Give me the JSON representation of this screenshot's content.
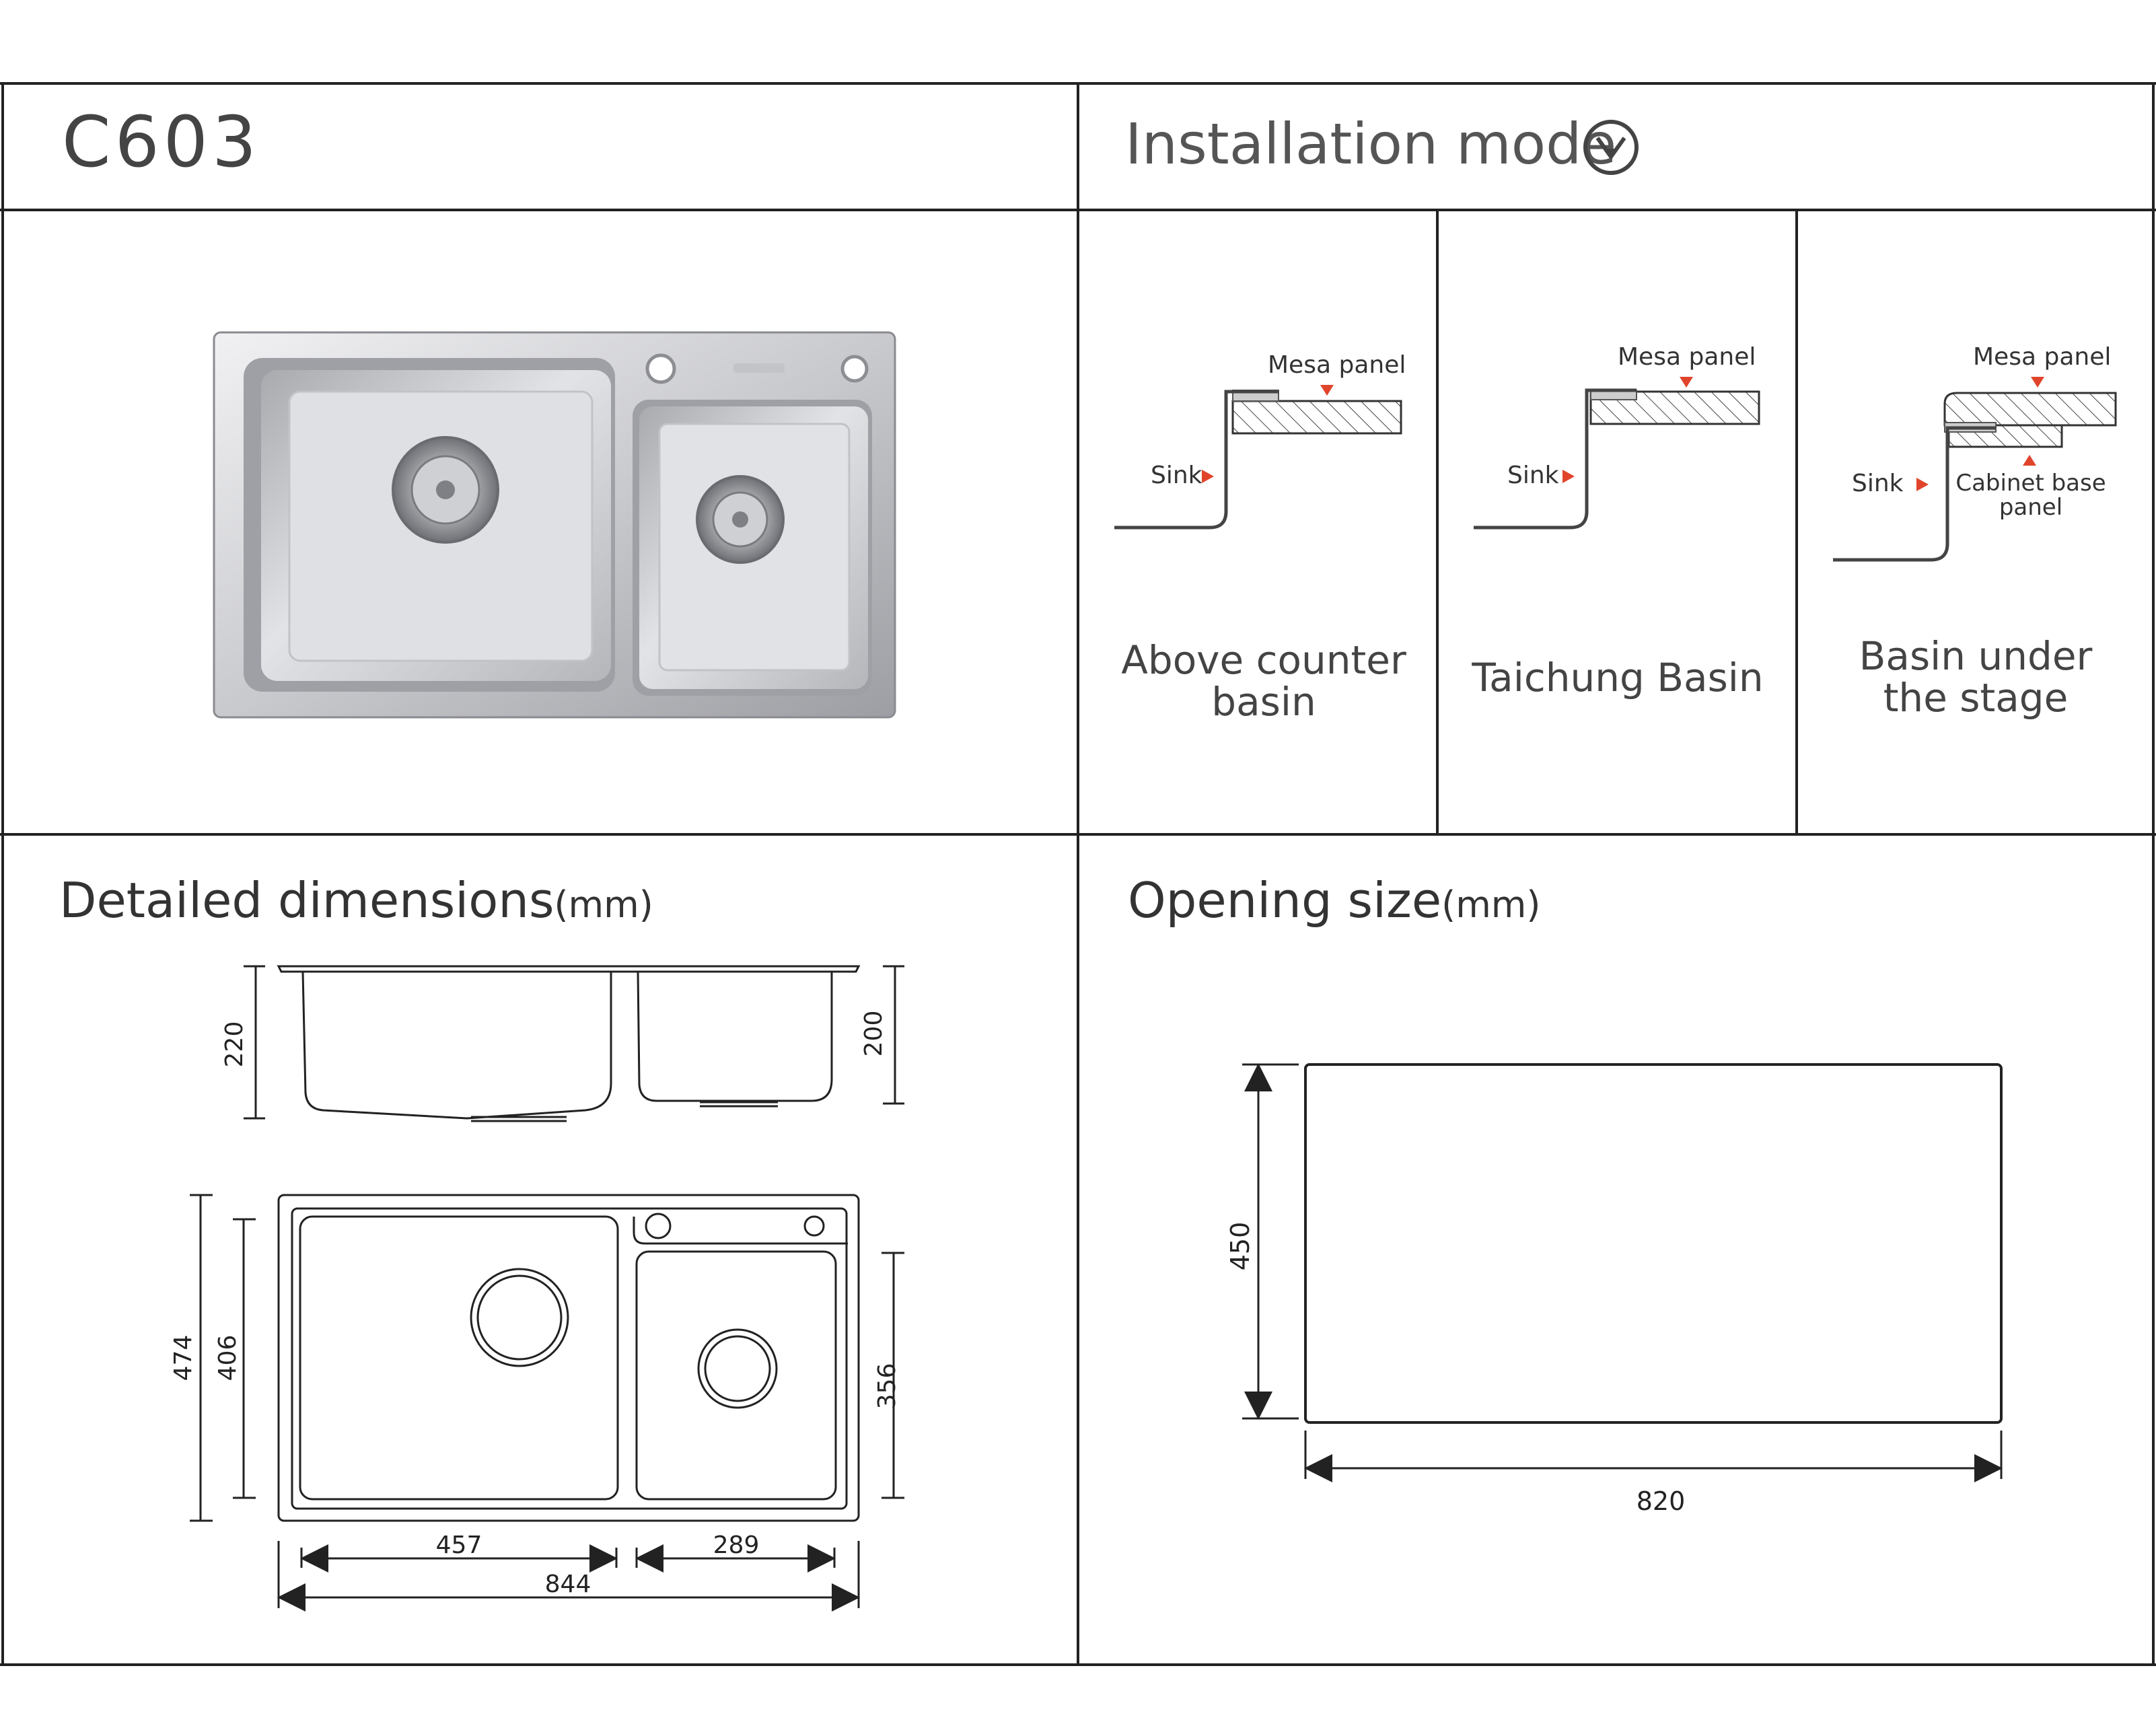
{
  "header": {
    "model": "C603",
    "installation_title": "Installation mode"
  },
  "installation_modes": [
    {
      "name": "Above counter\nbasin",
      "panel_label": "Mesa panel",
      "sink_label": "Sink"
    },
    {
      "name": "Taichung Basin",
      "panel_label": "Mesa panel",
      "sink_label": "Sink"
    },
    {
      "name": "Basin under\nthe stage",
      "panel_label": "Mesa panel",
      "sink_label": "Sink",
      "extra_label": "Cabinet base\npanel"
    }
  ],
  "dimensions": {
    "title": "Detailed dimensions",
    "unit": "(mm)",
    "side_view": {
      "left_depth": "220",
      "right_depth": "200"
    },
    "top_view": {
      "overall_depth": "474",
      "inner_depth_left": "406",
      "inner_depth_right": "356",
      "bowl_left_width": "457",
      "bowl_right_width": "289",
      "overall_width": "844"
    }
  },
  "opening": {
    "title": "Opening size",
    "unit": "(mm)",
    "height": "450",
    "width": "820"
  },
  "colors": {
    "line": "#222222",
    "accent_arrow": "#e0452b",
    "steel_light": "#e8e8ea",
    "steel_mid": "#b9babe",
    "steel_dark": "#8e8f94"
  }
}
